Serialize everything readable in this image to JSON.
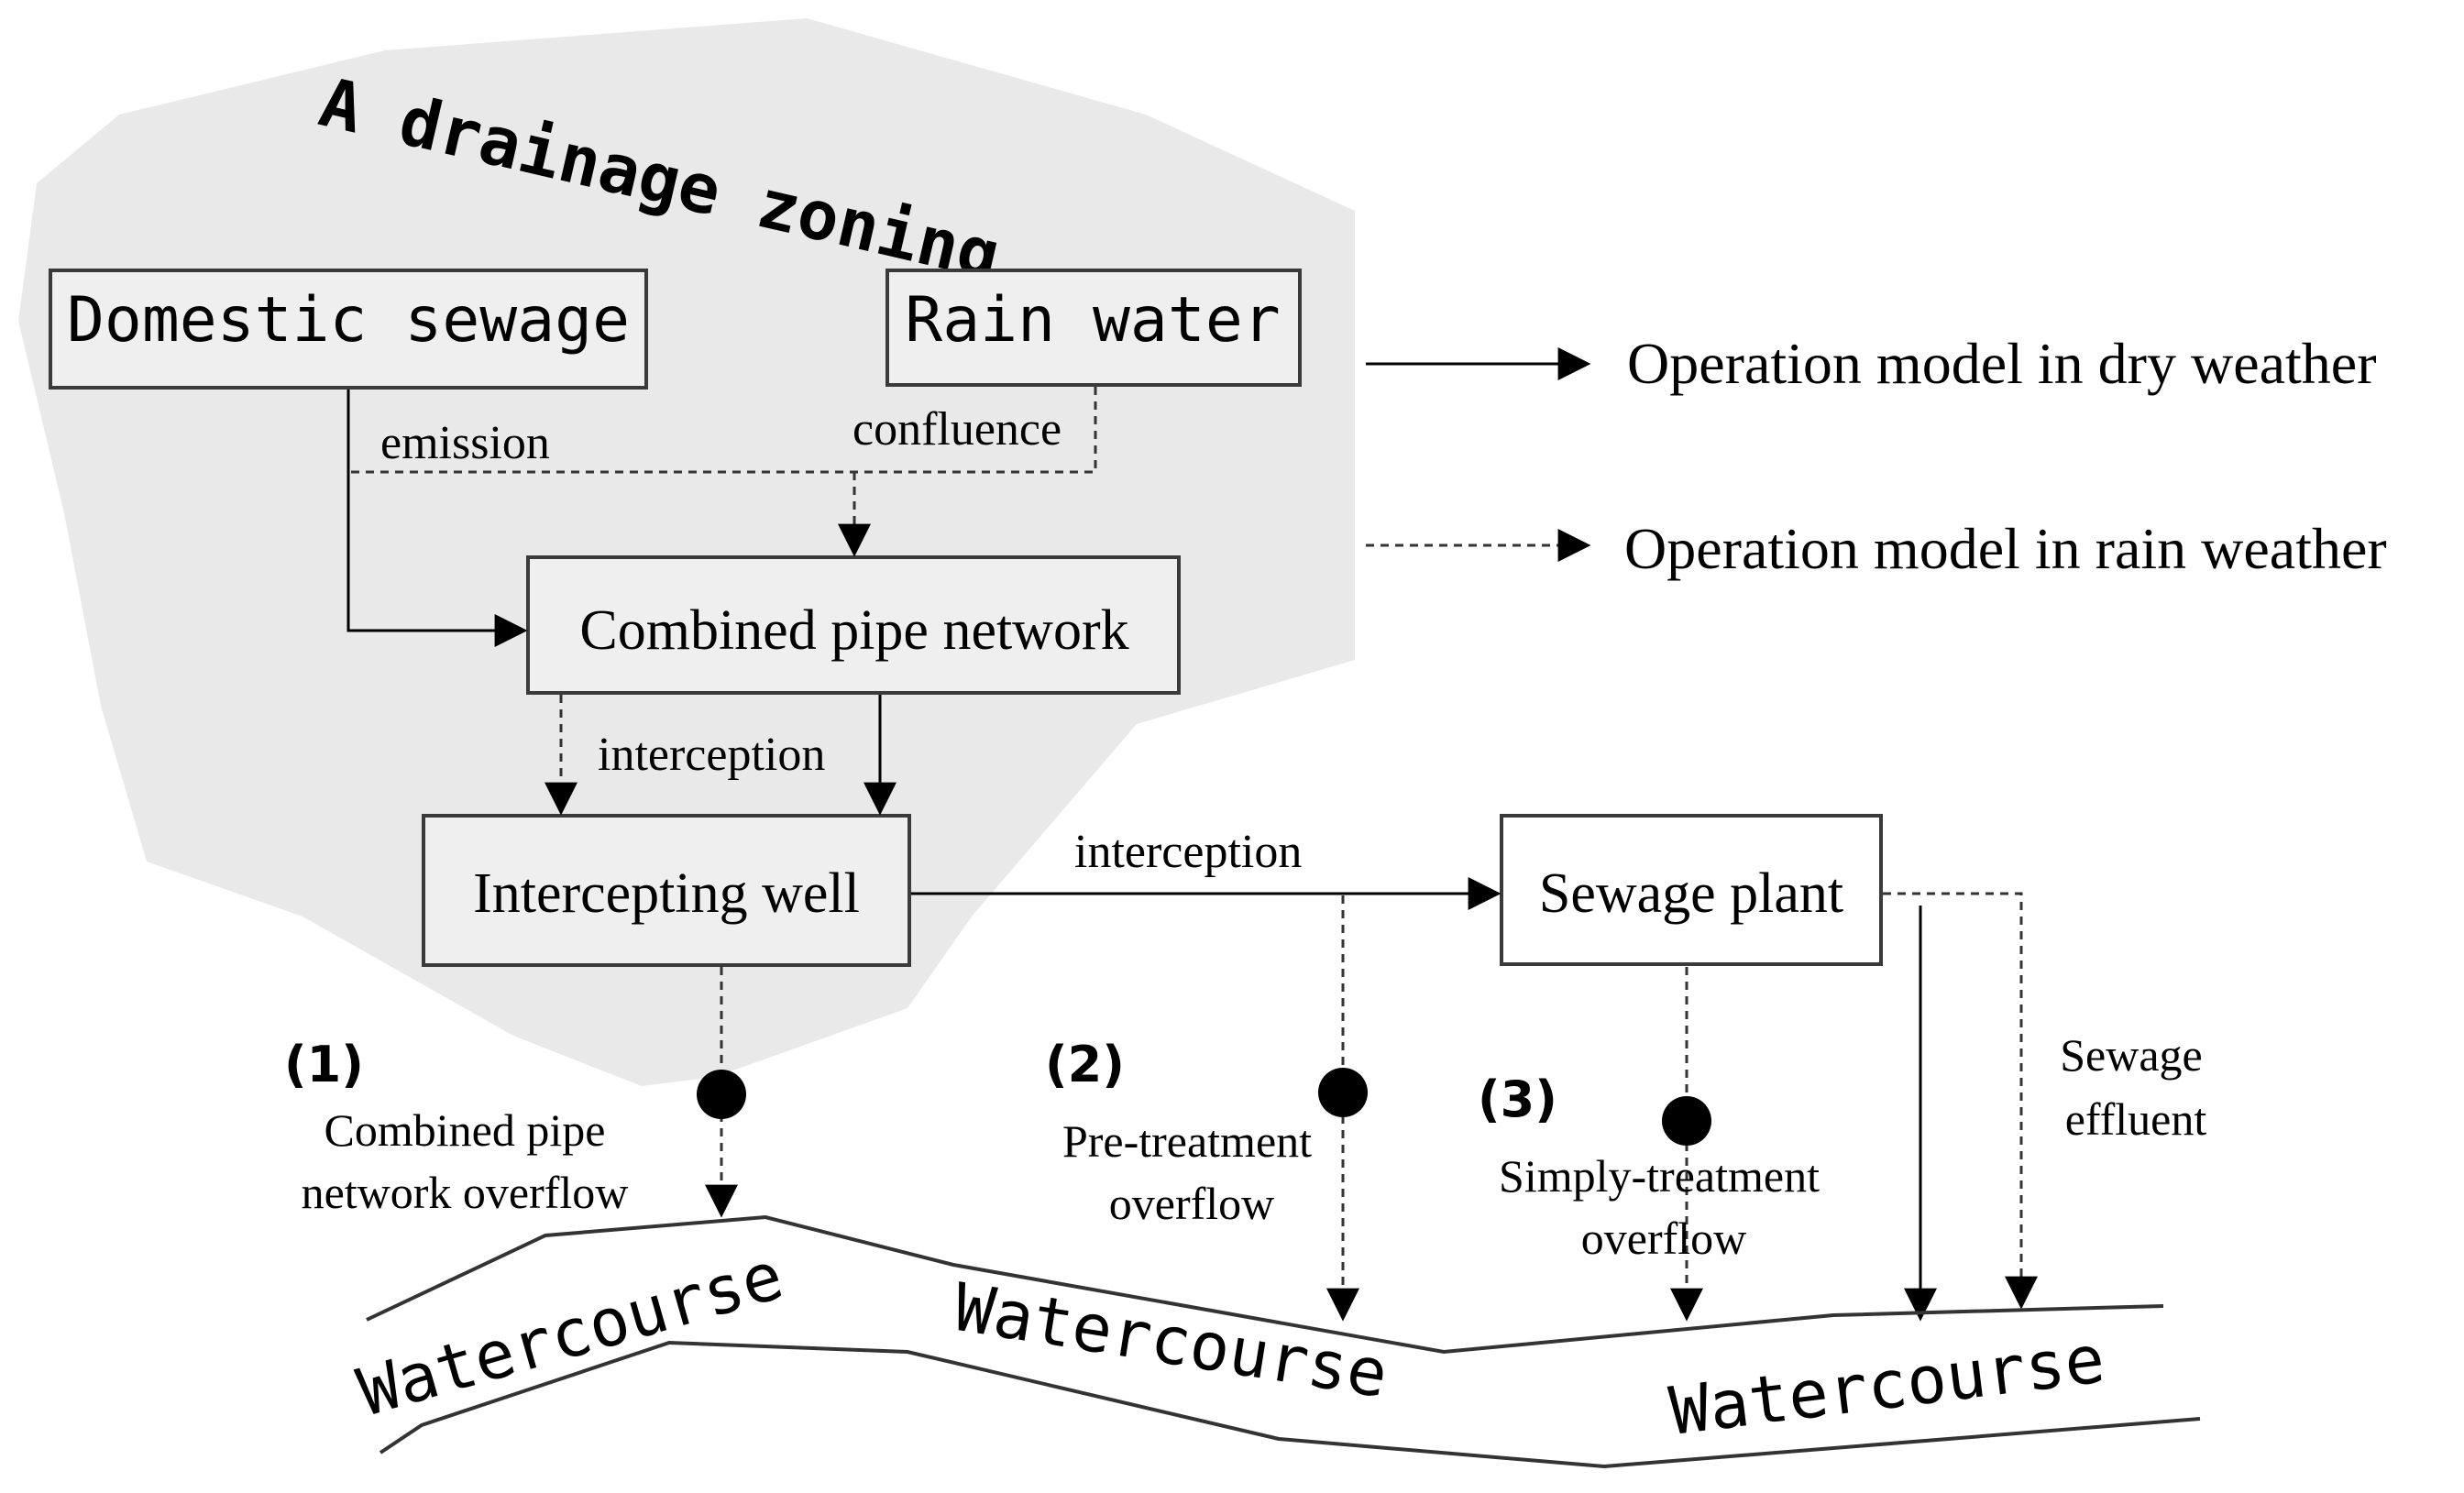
{
  "diagram": {
    "zone_title": "A drainage zoning",
    "boxes": {
      "domestic_sewage": "Domestic sewage",
      "rain_water": "Rain water",
      "combined_pipe_network": "Combined pipe network",
      "intercepting_well": "Intercepting well",
      "sewage_plant": "Sewage plant"
    },
    "edge_labels": {
      "emission": "emission",
      "confluence": "confluence",
      "interception_vertical": "interception",
      "interception_horizontal": "interception"
    },
    "legend": {
      "dry": "Operation model in dry weather",
      "rain": "Operation model in rain weather"
    },
    "overflows": [
      {
        "number": "(1)",
        "line1": "Combined pipe",
        "line2": "network overflow"
      },
      {
        "number": "(2)",
        "line1": "Pre-treatment",
        "line2": "overflow"
      },
      {
        "number": "(3)",
        "line1": "Simply-treatment",
        "line2": "overflow"
      }
    ],
    "effluent": {
      "line1": "Sewage",
      "line2": "effluent"
    },
    "watercourse_labels": [
      "Watercourse",
      "Watercourse",
      "Watercourse"
    ],
    "colors": {
      "zone_fill": "#e9e9e9",
      "box_fill": "#efefef",
      "line": "#000000"
    }
  }
}
